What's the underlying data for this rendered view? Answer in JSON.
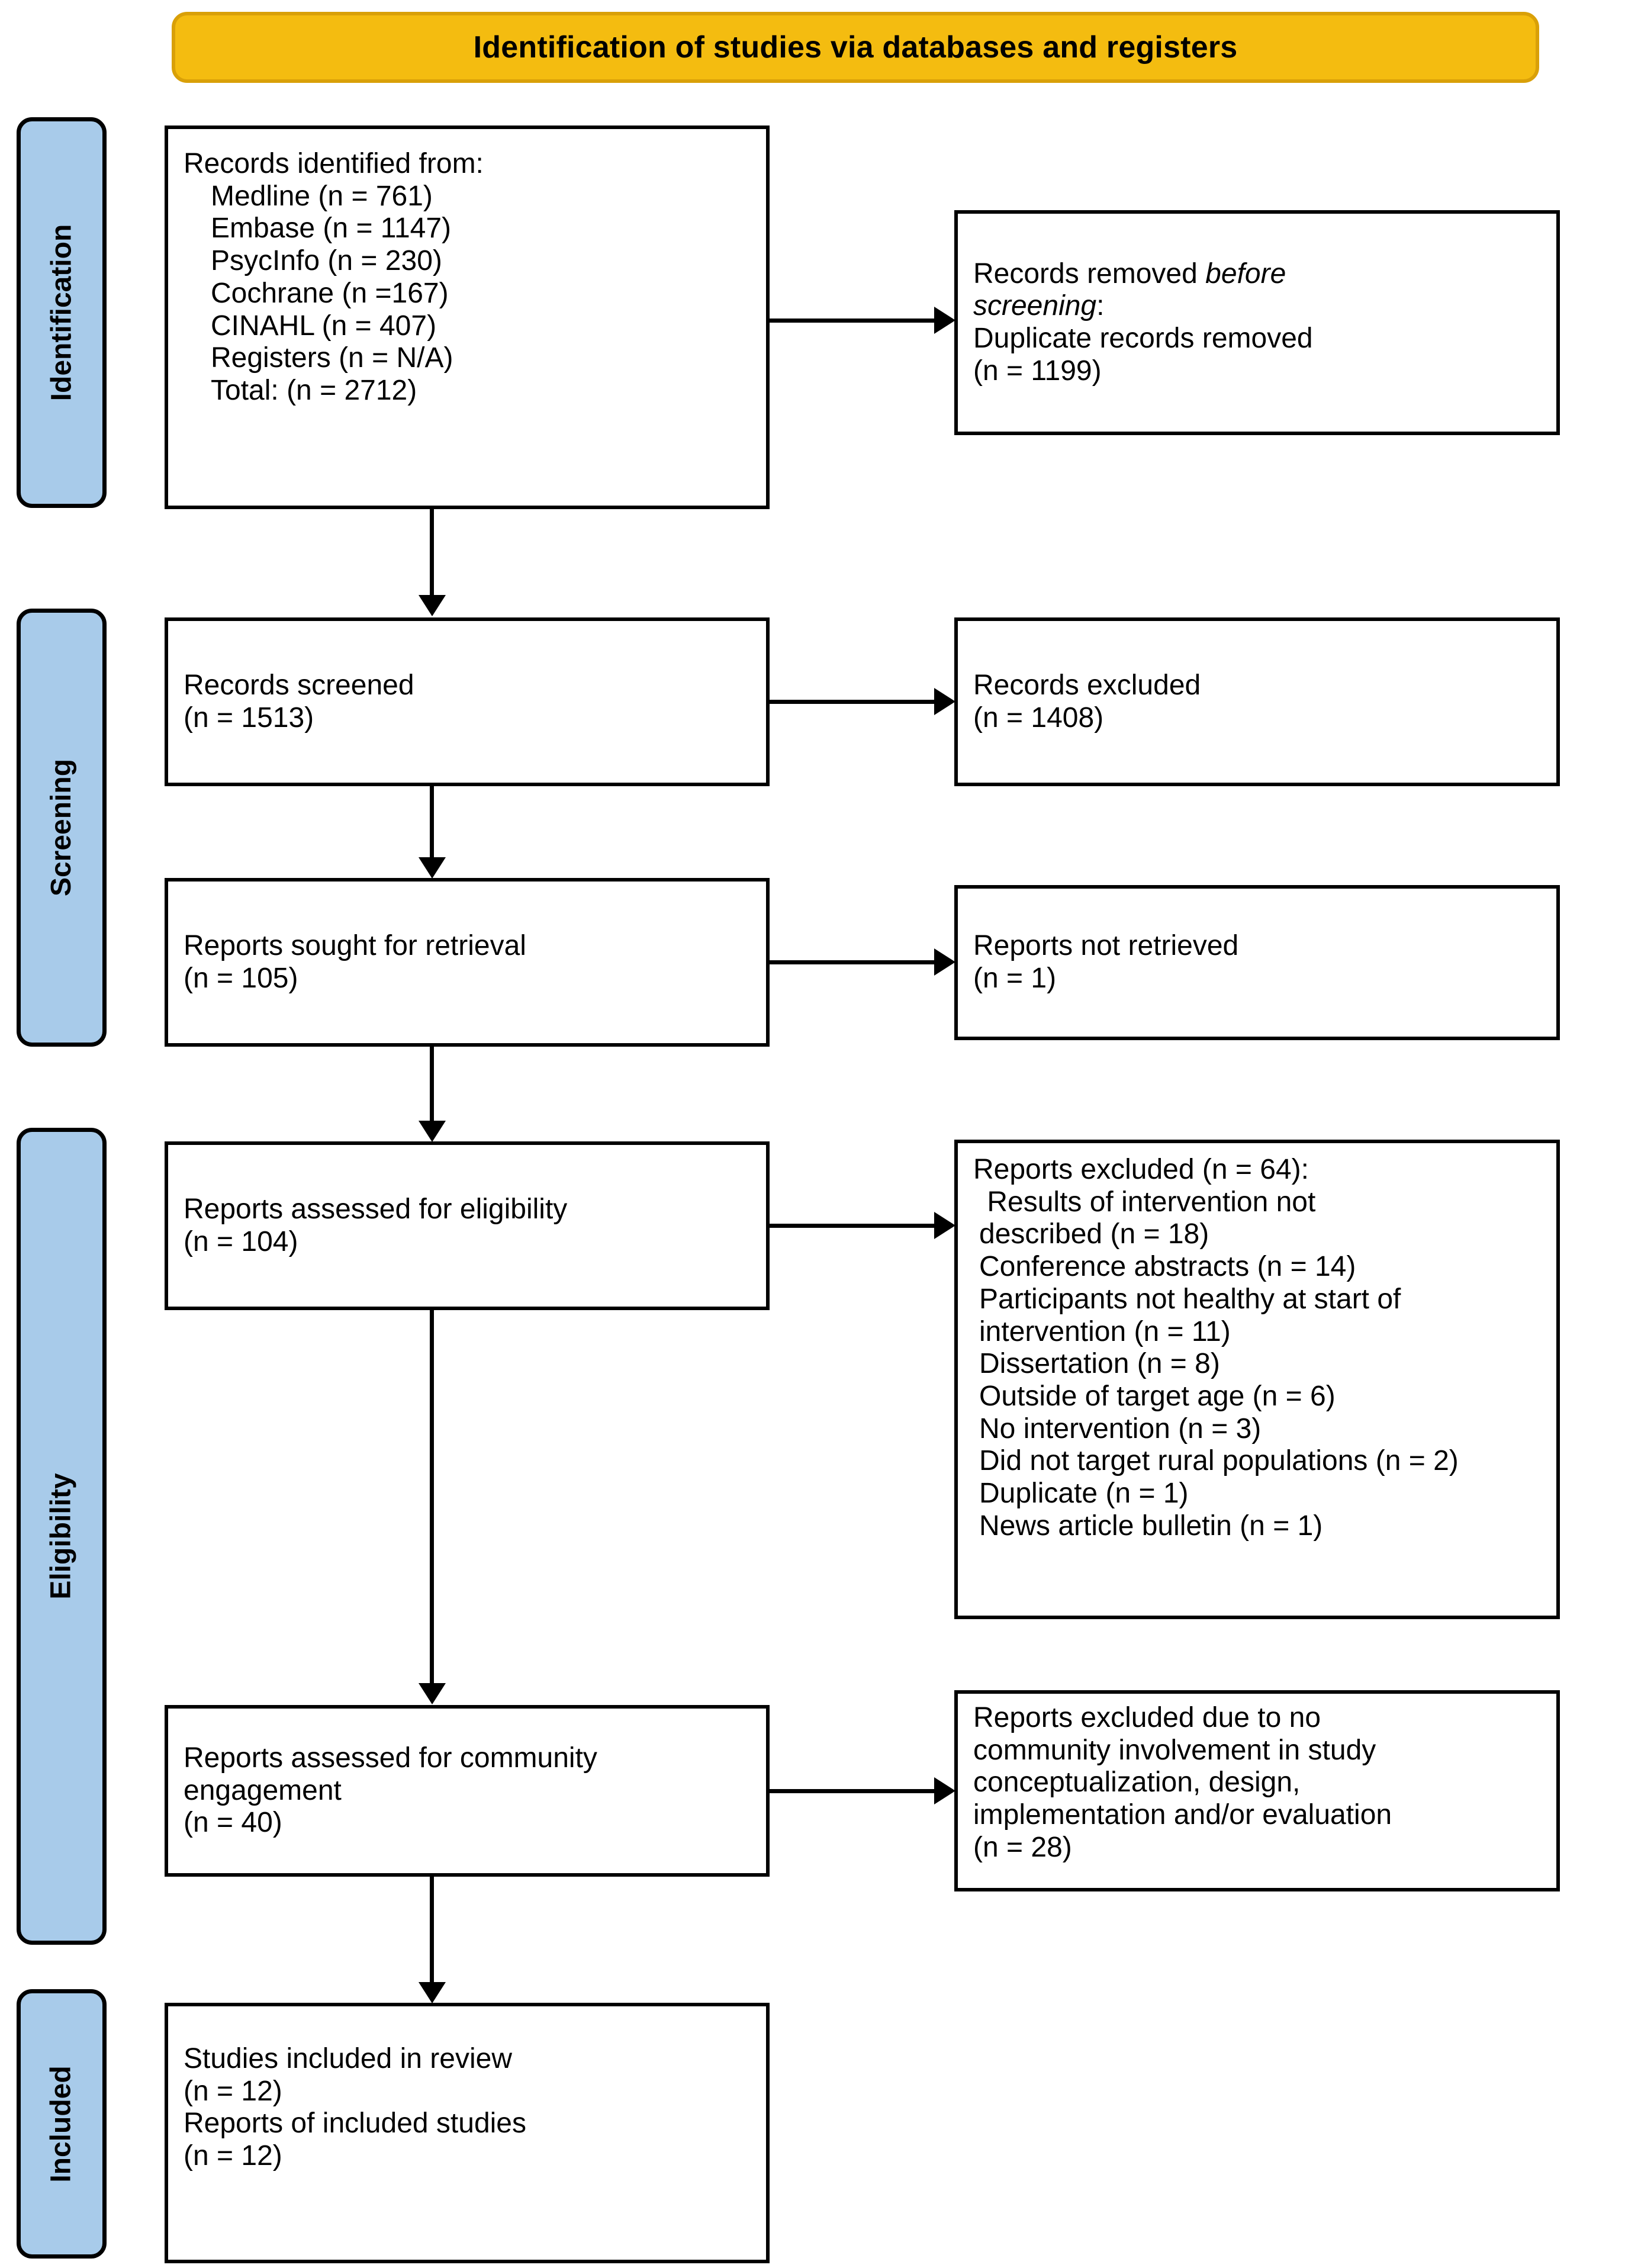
{
  "diagram": {
    "title": "Identification of studies via databases and registers",
    "colors": {
      "banner_fill": "#F4BC10",
      "banner_border": "#D9A008",
      "stage_tab_fill": "#A8CBEA",
      "box_border": "#000000",
      "box_fill": "#FFFFFF",
      "text": "#000000"
    }
  },
  "stages": [
    {
      "label": "Identification"
    },
    {
      "label": "Screening"
    },
    {
      "label": "Eligibility"
    },
    {
      "label": "Included"
    }
  ],
  "boxes": {
    "records_identified": {
      "lines": [
        "Records identified from:",
        "Medline (n = 761)",
        "Embase (n = 1147)",
        "PsycInfo (n = 230)",
        "Cochrane (n =167)",
        "CINAHL (n = 407)",
        "Registers (n = N/A)",
        "Total: (n = 2712)"
      ]
    },
    "records_removed": {
      "line1_prefix": "Records removed ",
      "line1_italic": "before",
      "line2_italic": "screening",
      "line2_suffix": ":",
      "line3": "Duplicate records removed",
      "line4": "(n = 1199)"
    },
    "records_screened": {
      "lines": [
        "Records screened",
        "(n = 1513)"
      ]
    },
    "records_excluded": {
      "lines": [
        "Records excluded",
        "(n = 1408)"
      ]
    },
    "reports_sought": {
      "lines": [
        "Reports sought for retrieval",
        "(n = 105)"
      ]
    },
    "reports_not_retrieved": {
      "lines": [
        "Reports not retrieved",
        "(n = 1)"
      ]
    },
    "reports_assessed_eligibility": {
      "lines": [
        "Reports assessed for eligibility",
        "(n = 104)"
      ]
    },
    "reports_excluded_detail": {
      "heading": "Reports excluded (n = 64):",
      "reasons": [
        " Results of intervention not",
        "described (n = 18)",
        "Conference abstracts (n = 14)",
        "Participants not healthy at start of",
        "intervention (n = 11)",
        "Dissertation (n = 8)",
        "Outside of target age (n = 6)",
        "No intervention (n = 3)",
        "Did not target rural populations (n = 2)",
        "Duplicate (n = 1)",
        "News article bulletin (n = 1)"
      ]
    },
    "reports_assessed_community": {
      "lines": [
        "Reports assessed for community",
        "engagement",
        "(n = 40)"
      ]
    },
    "reports_excluded_community": {
      "lines": [
        "Reports excluded due to no",
        "community involvement in study",
        "conceptualization, design,",
        "implementation and/or evaluation",
        "(n = 28)"
      ]
    },
    "studies_included": {
      "lines": [
        "Studies included in review",
        "(n = 12)",
        "Reports of included studies",
        "(n = 12)"
      ]
    }
  }
}
